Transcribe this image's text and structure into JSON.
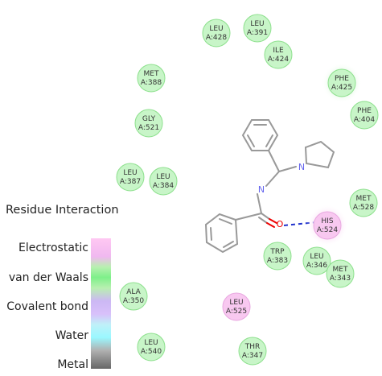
{
  "legend": {
    "title": "Residue Interaction",
    "items": [
      {
        "label": "Electrostatic",
        "color": "#FFC8F2"
      },
      {
        "label": "van der Waals",
        "color": "#7EF08A"
      },
      {
        "label": "Covalent bond",
        "color": "#D8C0FA"
      },
      {
        "label": "Water",
        "color": "#9AF8FF"
      },
      {
        "label": "Metal",
        "color": "#666666"
      }
    ]
  },
  "ligand_atoms": {
    "nitrogen_amide": "N",
    "nitrogen_pyrrolidine": "N",
    "oxygen": "O"
  },
  "residues": [
    {
      "id": "leu428",
      "name": "LEU",
      "number": "A:428",
      "type": "vdw"
    },
    {
      "id": "leu391",
      "name": "LEU",
      "number": "A:391",
      "type": "vdw"
    },
    {
      "id": "ile424",
      "name": "ILE",
      "number": "A:424",
      "type": "vdw"
    },
    {
      "id": "met388",
      "name": "MET",
      "number": "A:388",
      "type": "vdw"
    },
    {
      "id": "phe425",
      "name": "PHE",
      "number": "A:425",
      "type": "vdw"
    },
    {
      "id": "phe404",
      "name": "PHE",
      "number": "A:404",
      "type": "vdw"
    },
    {
      "id": "gly521",
      "name": "GLY",
      "number": "A:521",
      "type": "vdw"
    },
    {
      "id": "leu387",
      "name": "LEU",
      "number": "A:387",
      "type": "vdw"
    },
    {
      "id": "leu384",
      "name": "LEU",
      "number": "A:384",
      "type": "vdw"
    },
    {
      "id": "met528",
      "name": "MET",
      "number": "A:528",
      "type": "vdw"
    },
    {
      "id": "his524",
      "name": "HIS",
      "number": "A:524",
      "type": "electrostatic"
    },
    {
      "id": "trp383",
      "name": "TRP",
      "number": "A:383",
      "type": "vdw"
    },
    {
      "id": "leu346",
      "name": "LEU",
      "number": "A:346",
      "type": "vdw"
    },
    {
      "id": "met343",
      "name": "MET",
      "number": "A:343",
      "type": "vdw"
    },
    {
      "id": "ala350",
      "name": "ALA",
      "number": "A:350",
      "type": "vdw"
    },
    {
      "id": "leu525",
      "name": "LEU",
      "number": "A:525",
      "type": "electrostatic"
    },
    {
      "id": "leu540",
      "name": "LEU",
      "number": "A:540",
      "type": "vdw"
    },
    {
      "id": "thr347",
      "name": "THR",
      "number": "A:347",
      "type": "vdw"
    }
  ],
  "colors": {
    "vdw_fill": "#C8F5C8",
    "vdw_stroke": "#8DE08D",
    "electrostatic_fill": "#F8C8F0",
    "electrostatic_stroke": "#E8A8E0",
    "bond": "#999999",
    "hbond": "#2233CC",
    "nitrogen": "#6666EE",
    "oxygen": "#EE0000"
  }
}
